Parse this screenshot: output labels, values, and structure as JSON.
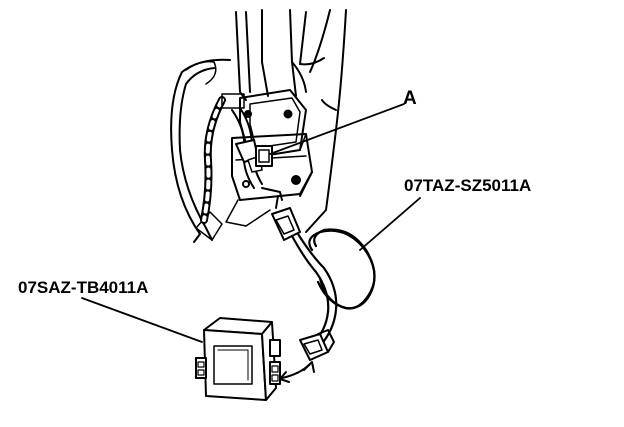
{
  "callouts": {
    "a": "A",
    "harness": "07TAZ-SZ5011A",
    "unit": "07SAZ-TB4011A"
  }
}
